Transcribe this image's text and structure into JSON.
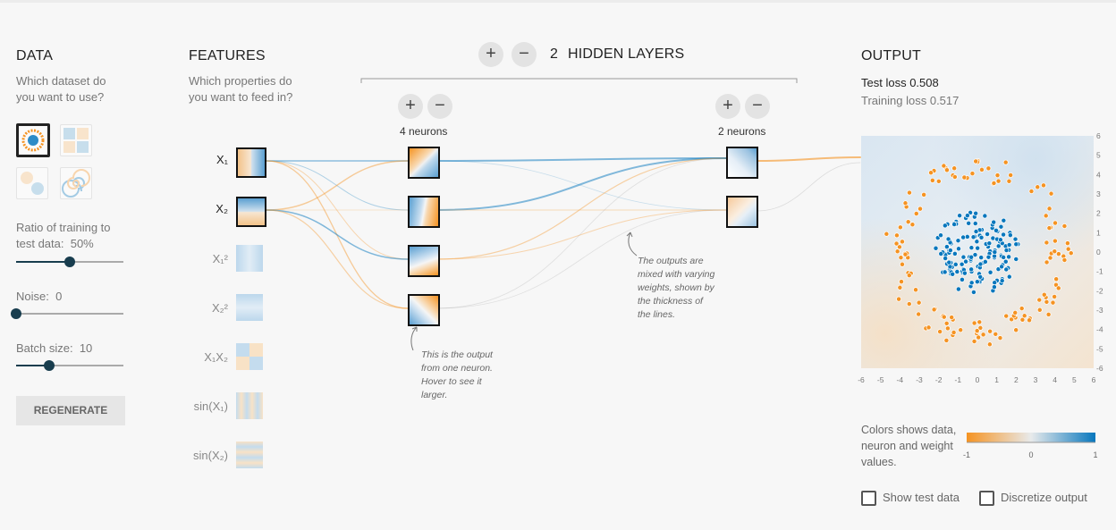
{
  "data": {
    "title": "DATA",
    "question": "Which dataset do you want to use?",
    "datasets": [
      {
        "name": "circle",
        "selected": true
      },
      {
        "name": "xor",
        "selected": false
      },
      {
        "name": "gaussian",
        "selected": false
      },
      {
        "name": "spiral",
        "selected": false
      }
    ],
    "ratio_label": "Ratio of training to test data:",
    "ratio_value": "50%",
    "ratio_fraction": 0.5,
    "noise_label": "Noise:",
    "noise_value": "0",
    "noise_fraction": 0.0,
    "batch_label": "Batch size:",
    "batch_value": "10",
    "batch_fraction": 0.31,
    "regenerate": "REGENERATE"
  },
  "features": {
    "title": "FEATURES",
    "question": "Which properties do you want to feed in?",
    "items": [
      {
        "label": "X₁",
        "active": true
      },
      {
        "label": "X₂",
        "active": true
      },
      {
        "label": "X₁²",
        "active": false
      },
      {
        "label": "X₂²",
        "active": false
      },
      {
        "label": "X₁X₂",
        "active": false
      },
      {
        "label": "sin(X₁)",
        "active": false
      },
      {
        "label": "sin(X₂)",
        "active": false
      }
    ]
  },
  "network": {
    "plus": "+",
    "minus": "−",
    "layer_count": "2",
    "hidden_layers_label": "HIDDEN LAYERS",
    "layer1_neurons": "4 neurons",
    "layer2_neurons": "2 neurons",
    "note1": [
      "This is the output",
      "from one neuron.",
      "Hover to see it",
      "larger."
    ],
    "note2": [
      "The outputs are",
      "mixed with varying",
      "weights, shown by",
      "the thickness of",
      "the lines."
    ]
  },
  "output": {
    "title": "OUTPUT",
    "test_loss_label": "Test loss",
    "test_loss": "0.508",
    "training_loss_label": "Training loss",
    "training_loss": "0.517",
    "x_ticks": [
      "-6",
      "-5",
      "-4",
      "-3",
      "-2",
      "-1",
      "0",
      "1",
      "2",
      "3",
      "4",
      "5",
      "6"
    ],
    "y_ticks": [
      "6",
      "5",
      "4",
      "3",
      "2",
      "1",
      "0",
      "-1",
      "-2",
      "-3",
      "-4",
      "-5",
      "-6"
    ],
    "legend_text": "Colors shows data, neuron and weight values.",
    "legend_ticks": [
      "-1",
      "0",
      "1"
    ],
    "show_test_data": "Show test data",
    "discretize_output": "Discretize output"
  },
  "colors": {
    "orange": "#f59322",
    "blue": "#0877bd",
    "dark": "#183d4e"
  }
}
